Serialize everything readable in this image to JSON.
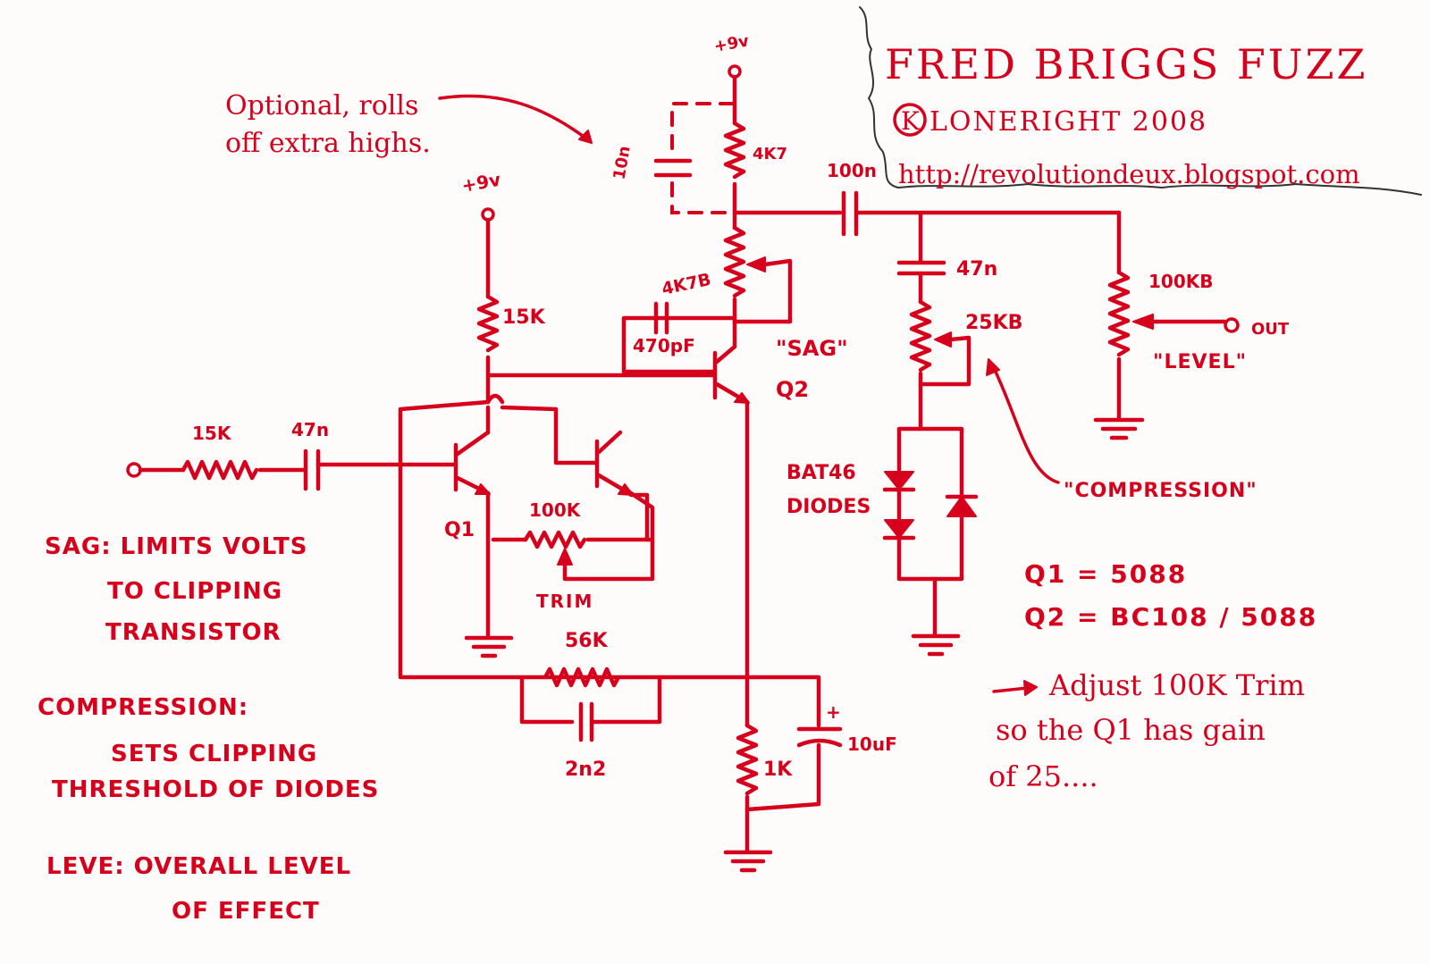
{
  "header": {
    "title": "FRED BRIGGS FUZZ",
    "kloneright": "K",
    "copyright": "LONERIGHT  2008",
    "url": "http://revolutiondeux.blogspot.com"
  },
  "annotations": {
    "optional_line1": "Optional, rolls",
    "optional_line2": "off extra highs.",
    "sag_quote": "\"SAG\"",
    "level_quote": "\"LEVEL\"",
    "compression_quote": "\"COMPRESSION\"",
    "out": "OUT",
    "trim": "TRIM",
    "diodes_line1": "BAT46",
    "diodes_line2": "DIODES"
  },
  "supply": {
    "v1": "+9v",
    "v2": "+9v"
  },
  "components": {
    "r_4k7": "4K7",
    "c_10n": "10n",
    "c_100n": "100n",
    "pot_4k7b": "4K7B",
    "c_470pf": "470pF",
    "q2": "Q2",
    "r_15k_collector": "15K",
    "r_15k_input": "15K",
    "c_47n_input": "47n",
    "q1": "Q1",
    "r_100k_trim": "100K",
    "r_56k": "56K",
    "c_2n2": "2n2",
    "r_1k": "1K",
    "c_10uf": "10uF",
    "c_47n_comp": "47n",
    "pot_25kb": "25KB",
    "pot_100kb": "100KB",
    "cap_plus": "+"
  },
  "notes": {
    "sag_1": "SAG: LIMITS VOLTS",
    "sag_2": "TO CLIPPING",
    "sag_3": "TRANSISTOR",
    "comp_1": "COMPRESSION:",
    "comp_2": "SETS CLIPPING",
    "comp_3": "THRESHOLD OF DIODES",
    "lev_1": "LEVE: OVERALL LEVEL",
    "lev_2": "OF EFFECT"
  },
  "parts_list": {
    "q1": "Q1 = 5088",
    "q2": "Q2 = BC108 / 5088"
  },
  "adjust_note": {
    "line1": "Adjust 100K Trim",
    "line2": "so the Q1 has gain",
    "line3": "of 25...."
  },
  "colors": {
    "ink": "#d6001c",
    "paper": "#fdfcfb"
  }
}
